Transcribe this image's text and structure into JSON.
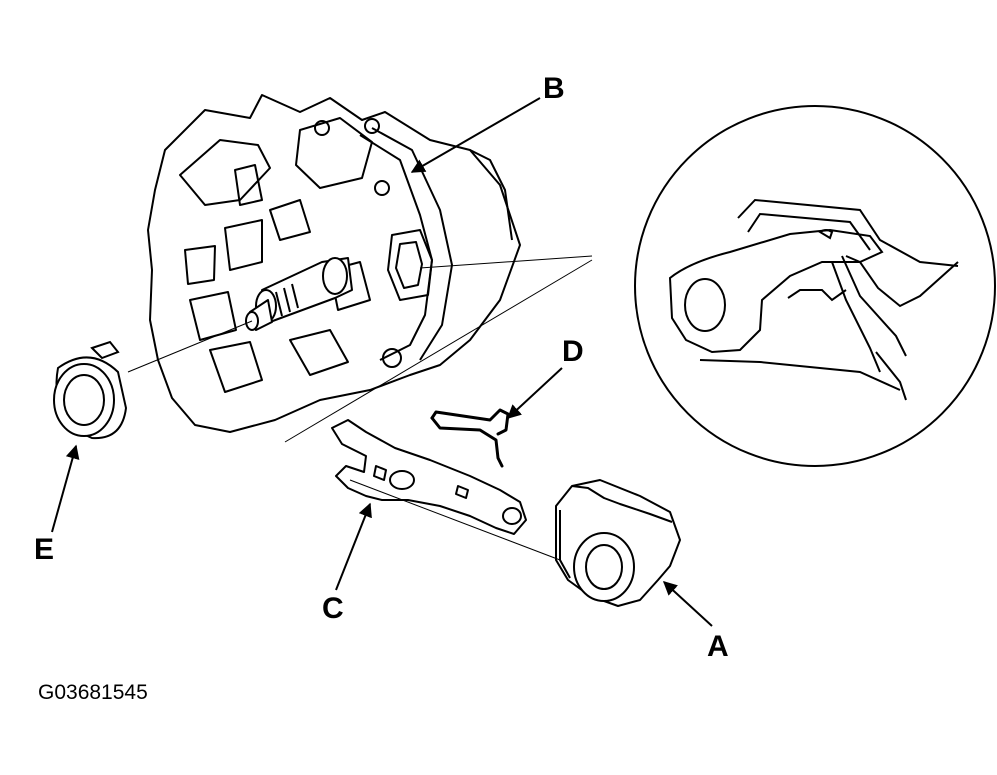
{
  "callouts": {
    "a": "A",
    "b": "B",
    "c": "C",
    "d": "D",
    "e": "E"
  },
  "figure_id": "G03681545"
}
